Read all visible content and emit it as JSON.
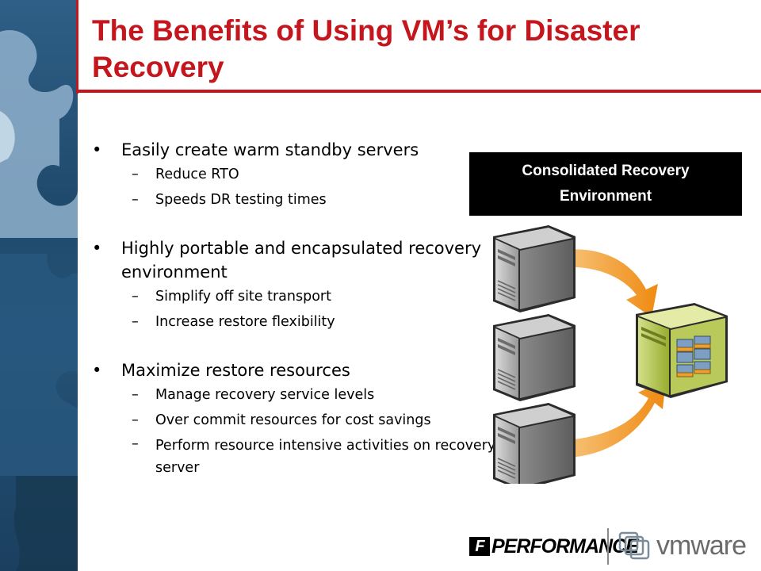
{
  "slide": {
    "title": "The Benefits of Using VM’s for Disaster Recovery",
    "bullet_symbol": "•",
    "dash_symbol": "–",
    "sections": [
      {
        "bullet": "Easily create warm standby servers",
        "subs": [
          "Reduce RTO",
          "Speeds DR testing times"
        ]
      },
      {
        "bullet": "Highly portable and encapsulated recovery environment",
        "subs": [
          "Simplify off site transport",
          "Increase restore flexibility"
        ]
      },
      {
        "bullet": "Maximize restore resources",
        "subs": [
          "Manage recovery service levels",
          "Over commit resources for cost savings",
          "Perform resource intensive activities on recovery server"
        ]
      }
    ],
    "recovery_box_label": "Consolidated Recovery Environment"
  },
  "logos": {
    "performance": "PERFORMANCE",
    "performance_mark": "F",
    "vmware": "vmware"
  },
  "colors": {
    "accent_red": "#c4161c",
    "side_band": "#1f4a6d",
    "arrow_orange": "#f29a1c",
    "consolidated_server_green": "#a8bf3a"
  }
}
